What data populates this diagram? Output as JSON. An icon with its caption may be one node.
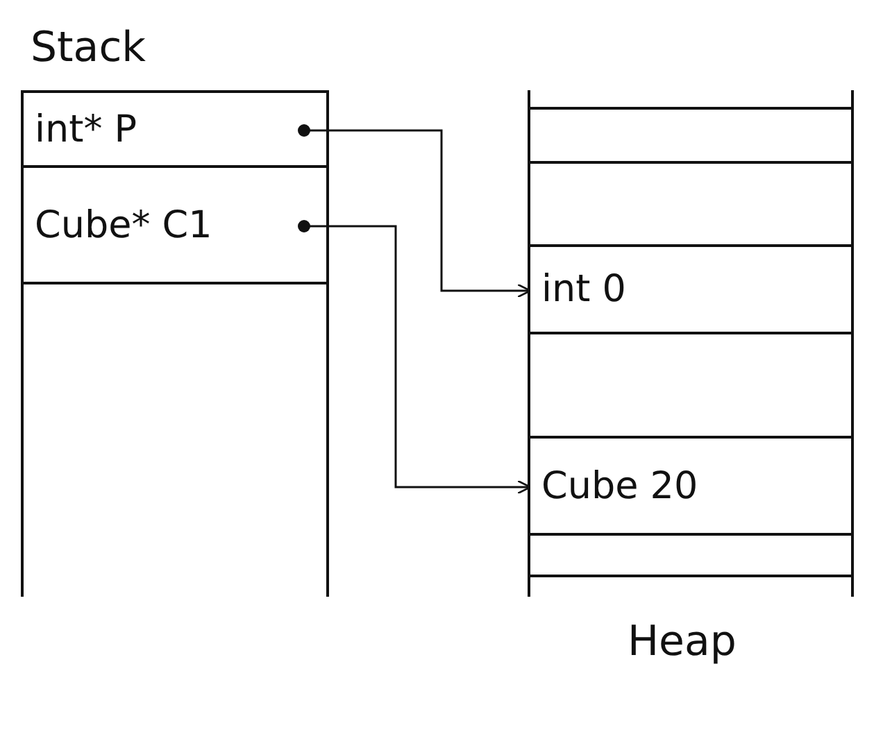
{
  "diagram": {
    "nodes": [
      {
        "text": [
          "Stack"
        ]
      },
      {
        "text": [
          "int* P"
        ],
        "in": 0
      },
      {
        "text": [
          "Cube* C1"
        ],
        "in": 0
      },
      {
        "text": [
          "Heap"
        ]
      },
      {
        "text": [],
        "shape": "box",
        "in": 3
      },
      {
        "text": [],
        "shape": "box",
        "in": 3
      },
      {
        "text": [
          "int 0"
        ],
        "in": 3
      },
      {
        "text": [],
        "shape": "box",
        "in": 3
      },
      {
        "text": [
          "Cube 20"
        ],
        "in": 3
      },
      {
        "text": [],
        "shape": "box",
        "in": 3
      }
    ],
    "edges": [
      {
        "from": 1,
        "to": 6,
        "arrow": "to"
      },
      {
        "from": 2,
        "to": 8,
        "arrow": "to"
      }
    ]
  }
}
